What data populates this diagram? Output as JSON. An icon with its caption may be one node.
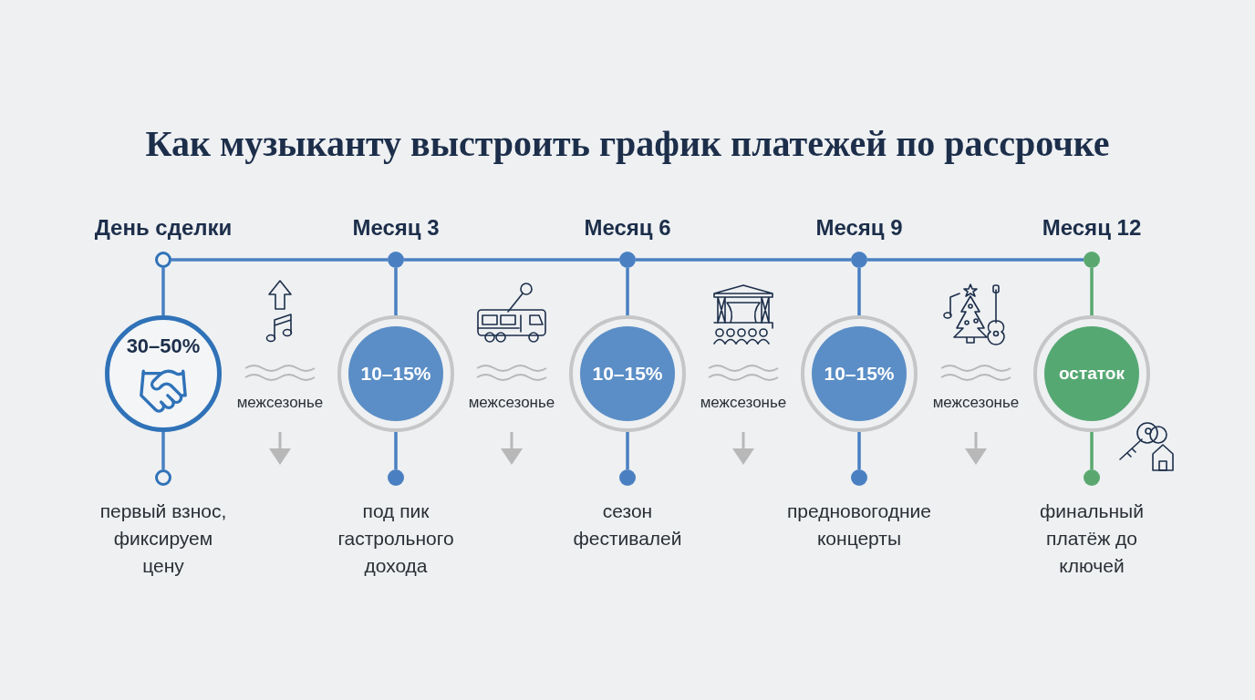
{
  "diagram": {
    "title": "Как музыканту выстроить график платежей по рассрочке",
    "nodes": [
      {
        "text": [],
        "shape": "circle",
        "beside": [
          "День сделки"
        ]
      },
      {
        "text": [
          "30–50%"
        ]
      },
      {
        "text": [],
        "shape": "circle",
        "beside": [
          "первый взнос, фиксируем цену"
        ]
      },
      {
        "text": [],
        "shape": "circle",
        "beside": [
          "Месяц 3"
        ]
      },
      {
        "text": [
          "10–15%"
        ]
      },
      {
        "text": [],
        "shape": "circle",
        "beside": [
          "под пик гастрольного дохода"
        ]
      },
      {
        "text": [],
        "shape": "circle",
        "beside": [
          "Месяц 6"
        ]
      },
      {
        "text": [
          "10–15%"
        ]
      },
      {
        "text": [],
        "shape": "circle",
        "beside": [
          "сезон фестивалей"
        ]
      },
      {
        "text": [],
        "shape": "circle",
        "beside": [
          "Месяц 9"
        ]
      },
      {
        "text": [
          "10–15%"
        ]
      },
      {
        "text": [],
        "shape": "circle",
        "beside": [
          "предновогодние концерты"
        ]
      },
      {
        "text": [],
        "shape": "circle",
        "beside": [
          "Месяц 12"
        ]
      },
      {
        "text": [
          "остаток"
        ]
      },
      {
        "text": [],
        "shape": "circle",
        "beside": [
          "финальный платёж до ключей"
        ]
      }
    ],
    "edges": [
      {
        "from": 0,
        "to": 3,
        "arrow": "none"
      },
      {
        "from": 3,
        "to": 6,
        "arrow": "none"
      },
      {
        "from": 6,
        "to": 9,
        "arrow": "none"
      },
      {
        "from": 9,
        "to": 12,
        "arrow": "none"
      },
      {
        "from": 0,
        "to": 1,
        "arrow": "none"
      },
      {
        "from": 1,
        "to": 2,
        "arrow": "none"
      },
      {
        "from": 3,
        "to": 4,
        "arrow": "none"
      },
      {
        "from": 4,
        "to": 5,
        "arrow": "none"
      },
      {
        "from": 6,
        "to": 7,
        "arrow": "none"
      },
      {
        "from": 7,
        "to": 8,
        "arrow": "none"
      },
      {
        "from": 9,
        "to": 10,
        "arrow": "none"
      },
      {
        "from": 10,
        "to": 11,
        "arrow": "none"
      },
      {
        "from": 12,
        "to": 13,
        "arrow": "none",
        "color": "#5aa86f"
      },
      {
        "from": 13,
        "to": 14,
        "arrow": "none",
        "color": "#5aa86f"
      }
    ],
    "labels": [
      "межсезонье",
      "межсезонье",
      "межсезонье",
      "межсезонье"
    ]
  }
}
